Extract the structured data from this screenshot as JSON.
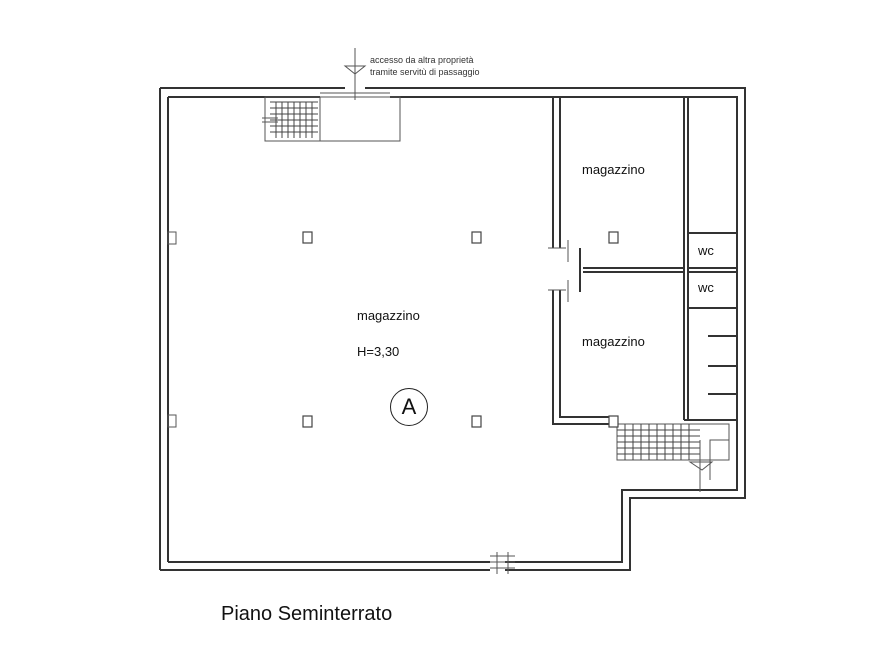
{
  "plan": {
    "title": "Piano Seminterrato",
    "access_note": [
      "accesso da altra proprietà",
      "tramite servitù di passaggio"
    ],
    "main_room": {
      "name": "magazzino",
      "height": "H=3,30"
    },
    "room_upper": "magazzino",
    "room_lower": "magazzino",
    "wc_upper": "wc",
    "wc_lower": "wc",
    "unit_marker": "A"
  }
}
